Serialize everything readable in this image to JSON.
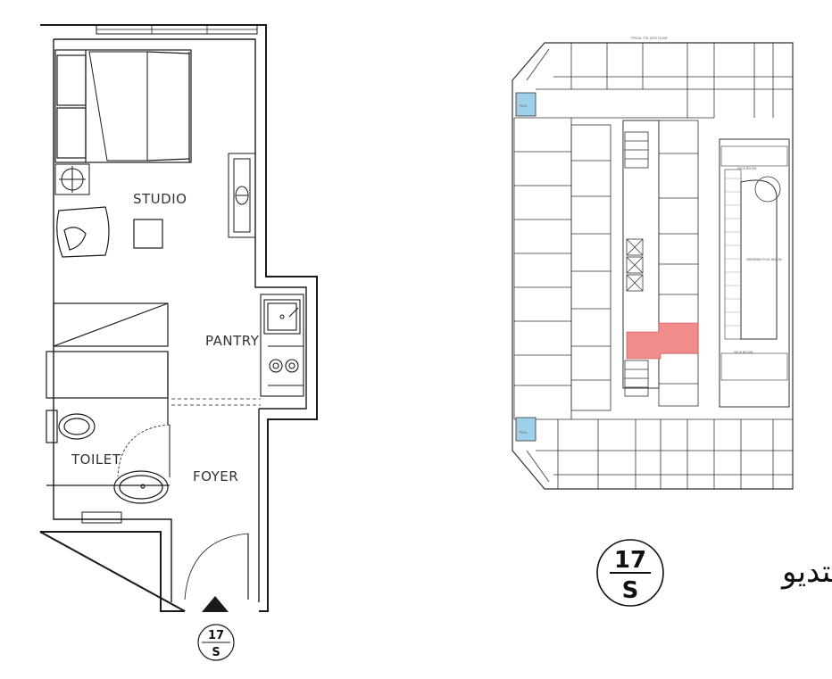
{
  "unit_plan": {
    "rooms": {
      "studio": "STUDIO",
      "pantry": "PANTRY",
      "toilet": "TOILET",
      "foyer": "FOYER"
    },
    "badge": {
      "number": "17",
      "letter": "S"
    }
  },
  "key_plan": {
    "top_label": "TYPICAL 7TH-16TH FLOOR",
    "pool_labels": [
      "POOL",
      "POOL"
    ],
    "swimming_pool": "SWIMMING POOL BELOW",
    "deck_top": "DECK BELOW",
    "deck_bottom": "DECK BELOW",
    "highlight_color": "#f08c8c"
  },
  "legend": {
    "number": "17",
    "letter": "S",
    "arabic_title": "استديو"
  },
  "colors": {
    "wall": "#1a1a1a",
    "pool_fill": "#9fd0ea",
    "line": "#333333"
  }
}
